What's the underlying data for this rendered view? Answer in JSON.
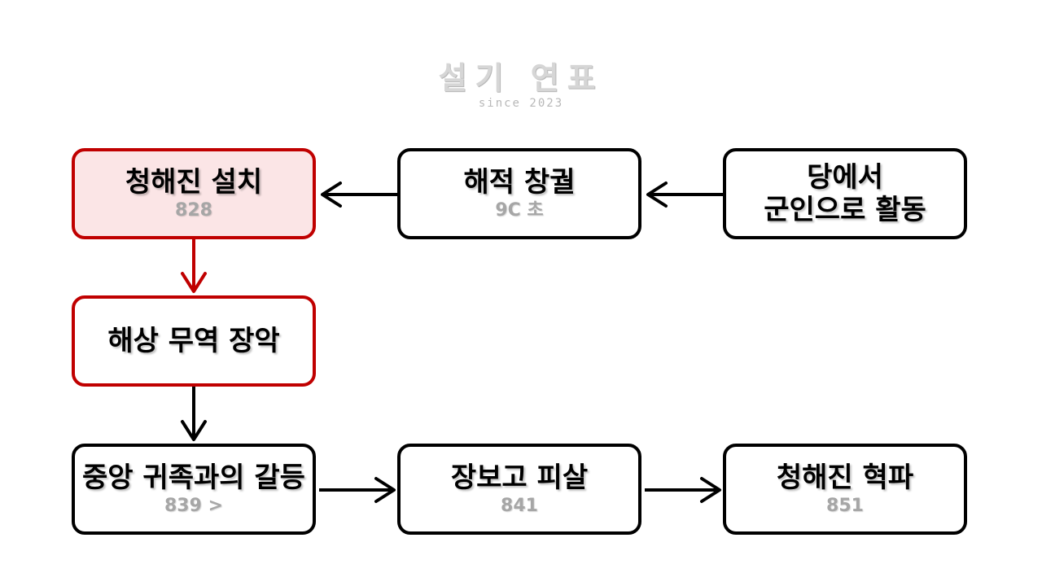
{
  "logo": {
    "title": "설기 연표",
    "subtitle": "since 2023"
  },
  "nodes": [
    {
      "title": "청해진 설치",
      "date": "828"
    },
    {
      "title": "해적 창궐",
      "date": "9C 초"
    },
    {
      "title": "당에서\n군인으로 활동"
    },
    {
      "title": "해상 무역 장악"
    },
    {
      "title": "중앙 귀족과의 갈등",
      "date": "839 >"
    },
    {
      "title": "장보고 피살",
      "date": "841"
    },
    {
      "title": "청해진 혁파",
      "date": "851"
    }
  ],
  "colors": {
    "highlight_border": "#c00000",
    "highlight_fill": "#fbe5e6",
    "date_text": "#a6a6a6"
  }
}
